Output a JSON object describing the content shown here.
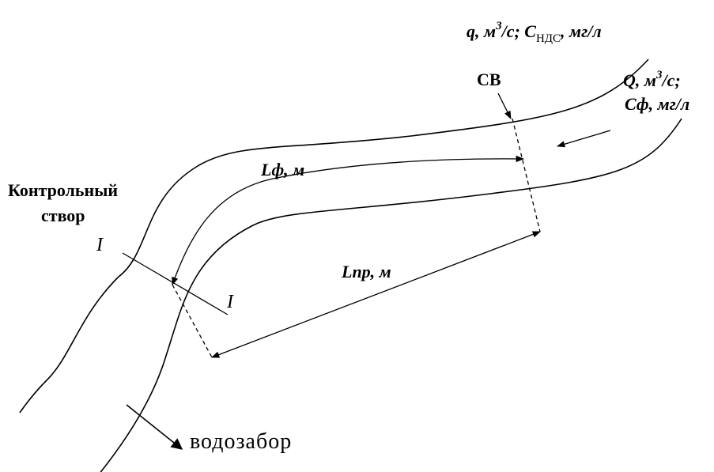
{
  "labels": {
    "discharge_q": "q, м",
    "discharge_q_sup": "3",
    "discharge_q_rest": "/с; С",
    "discharge_q_sub": "НДС",
    "discharge_q_unit": ", мг/л",
    "river_Q": "Q, м",
    "river_Q_sup": "3",
    "river_Q_rest": "/с;",
    "river_Cf": "Сф, мг/л",
    "outlet": "СВ",
    "L_f": "Lф, м",
    "L_pr": "Lпр, м",
    "control_section_line1": "Контрольный",
    "control_section_line2": "створ",
    "section_mark_left": "I",
    "section_mark_right": "I",
    "water_intake": "водозабор"
  }
}
